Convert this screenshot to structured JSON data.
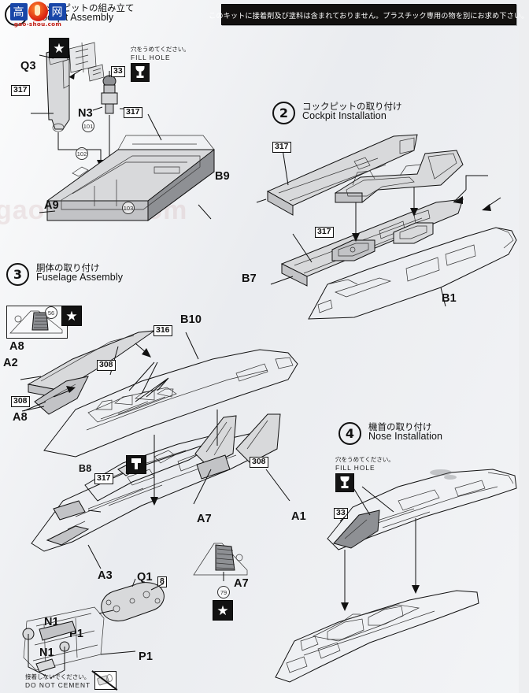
{
  "document": {
    "type": "model-kit-instruction-sheet",
    "warning_banner": "このキットに接着剤及び塗料は含まれておりません。プラスチック専用の物を別にお求め下さい。"
  },
  "watermark": {
    "cn_char_1": "高",
    "cn_char_2": "网",
    "url": "gao-shou.com",
    "ghost_text": "gao-shou.com"
  },
  "steps": [
    {
      "number": "1",
      "jp": "コックピットの組み立て",
      "en": "Cockpit Assembly",
      "notes": [
        {
          "jp": "穴をうめてください。",
          "en": "FILL HOLE",
          "icon": "fill-hole-icon"
        }
      ],
      "parts": [
        {
          "label": "Q3"
        },
        {
          "label": "317",
          "style": "boxed"
        },
        {
          "label": "N3"
        },
        {
          "label": "33",
          "style": "boxed"
        },
        {
          "label": "317",
          "style": "boxed"
        },
        {
          "label": "A9"
        }
      ],
      "circled": [
        "101",
        "102",
        "103"
      ],
      "markers": [
        "star-box"
      ]
    },
    {
      "number": "2",
      "jp": "コックピットの取り付け",
      "en": "Cockpit Installation",
      "notes": [],
      "parts": [
        {
          "label": "317",
          "style": "boxed"
        },
        {
          "label": "317",
          "style": "boxed"
        },
        {
          "label": "B9"
        },
        {
          "label": "B7"
        },
        {
          "label": "B1"
        }
      ],
      "circled": [],
      "markers": []
    },
    {
      "number": "3",
      "jp": "胴体の取り付け",
      "en": "Fuselage Assembly",
      "notes": [
        {
          "jp": "接着しないでください。",
          "en": "DO NOT CEMENT",
          "icon": "no-cement-icon"
        }
      ],
      "parts": [
        {
          "label": "A8"
        },
        {
          "label": "A2"
        },
        {
          "label": "308",
          "style": "boxed"
        },
        {
          "label": "A8"
        },
        {
          "label": "308",
          "style": "boxed"
        },
        {
          "label": "316",
          "style": "boxed"
        },
        {
          "label": "B10"
        },
        {
          "label": "B8"
        },
        {
          "label": "317",
          "style": "boxed"
        },
        {
          "label": "308",
          "style": "boxed"
        },
        {
          "label": "A7"
        },
        {
          "label": "A1"
        },
        {
          "label": "A3"
        },
        {
          "label": "Q1"
        },
        {
          "label": "8",
          "style": "boxed"
        },
        {
          "label": "N1"
        },
        {
          "label": "P1"
        },
        {
          "label": "N1"
        },
        {
          "label": "P1"
        },
        {
          "label": "A7"
        }
      ],
      "circled": [
        "56",
        "79"
      ],
      "markers": [
        "star-box",
        "star-box",
        "cement-box"
      ]
    },
    {
      "number": "4",
      "jp": "機首の取り付け",
      "en": "Nose Installation",
      "notes": [
        {
          "jp": "穴をうめてください。",
          "en": "FILL HOLE",
          "icon": "fill-hole-icon"
        }
      ],
      "parts": [
        {
          "label": "33",
          "style": "boxed"
        }
      ],
      "circled": [],
      "markers": []
    }
  ],
  "colors": {
    "paper": "#eceef1",
    "ink": "#111111",
    "part_light": "#d8d9db",
    "part_mid": "#c2c3c6",
    "part_dark": "#8e9094",
    "banner_bg": "#12100f",
    "watermark_blue": "#1846a8",
    "watermark_red": "#c01a11"
  }
}
